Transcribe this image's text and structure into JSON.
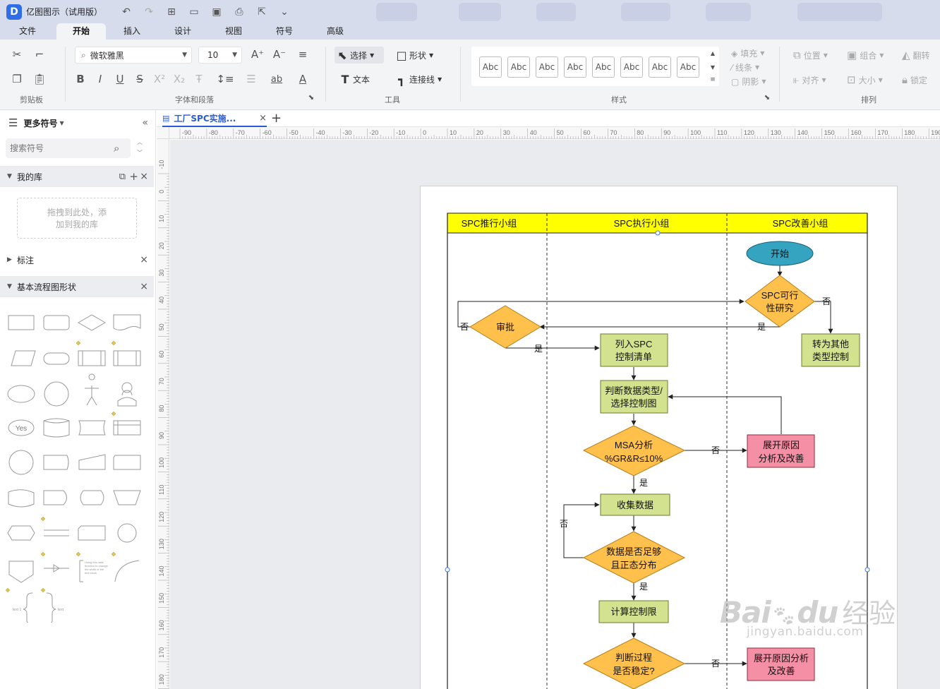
{
  "app": {
    "logo_glyph": "D",
    "title": "亿图图示（试用版）"
  },
  "quick_access_icons": [
    "undo-icon",
    "redo-icon",
    "new-icon",
    "open-icon",
    "save-icon",
    "print-icon",
    "export-icon",
    "more-icon"
  ],
  "menu": {
    "tabs": [
      {
        "label": "文件",
        "active": false
      },
      {
        "label": "开始",
        "active": true
      },
      {
        "label": "插入",
        "active": false
      },
      {
        "label": "设计",
        "active": false
      },
      {
        "label": "视图",
        "active": false
      },
      {
        "label": "符号",
        "active": false
      },
      {
        "label": "高级",
        "active": false
      }
    ]
  },
  "ribbon": {
    "groups": {
      "clipboard": "剪贴板",
      "font_paragraph": "字体和段落",
      "tools": "工具",
      "styles": "样式",
      "arrange": "排列"
    },
    "font_name": "微软雅黑",
    "font_size": "10",
    "select_label": "选择",
    "shape_label": "形状",
    "text_label": "文本",
    "connector_label": "连接线",
    "style_swatch_label": "Abc",
    "fill_label": "填充",
    "line_label": "线条",
    "shadow_label": "阴影",
    "position_label": "位置",
    "group_label": "组合",
    "flip_label": "翻转",
    "align_label": "对齐",
    "size_label": "大小",
    "lock_label": "锁定"
  },
  "sidebar": {
    "title": "更多符号",
    "search_placeholder": "搜索符号",
    "my_library": "我的库",
    "drop_hint_line1": "拖拽到此处，添",
    "drop_hint_line2": "加到我的库",
    "section_annotation": "标注",
    "section_basic_flowchart": "基本流程图形状",
    "shape_yes_label": "Yes",
    "shape_text_note": "Using this data function to change the width of the text block.",
    "shape_brace_left": "text 1",
    "shape_brace_right": "text"
  },
  "document": {
    "tab_title": "工厂SPC实施...",
    "new_tab_glyph": "+"
  },
  "ruler": {
    "h_labels": [
      "-90",
      "-80",
      "-70",
      "-60",
      "-50",
      "-40",
      "-30",
      "-20",
      "-10",
      "0",
      "10",
      "20",
      "30",
      "40",
      "50",
      "60",
      "70",
      "80",
      "90",
      "100",
      "110",
      "120",
      "130",
      "140",
      "150",
      "160",
      "170",
      "180",
      "190"
    ],
    "v_labels": [
      "-10",
      "0",
      "10",
      "20",
      "30",
      "40",
      "50",
      "60",
      "70",
      "80",
      "90",
      "100",
      "110",
      "120",
      "130",
      "140",
      "150",
      "160",
      "170",
      "180"
    ]
  },
  "diagram": {
    "lanes": [
      "SPC推行小组",
      "SPC执行小组",
      "SPC改善小组"
    ],
    "colors": {
      "header": "#ffff00",
      "decision": "#ffc04c",
      "process": "#d2e28f",
      "start": "#35a4c0",
      "problem": "#f58fa5"
    },
    "nodes": {
      "start": "开始",
      "feasibility_1": "SPC可行",
      "feasibility_2": "性研究",
      "approve": "审批",
      "other_ctrl_1": "转为其他",
      "other_ctrl_2": "类型控制",
      "list_spc_1": "列入SPC",
      "list_spc_2": "控制清单",
      "judge_type_1": "判断数据类型/",
      "judge_type_2": "选择控制图",
      "msa_1": "MSA分析",
      "msa_2": "%GR&R≤10%",
      "cause_1": "展开原因",
      "cause_2": "分析及改善",
      "collect": "收集数据",
      "enough_1": "数据是否足够",
      "enough_2": "且正态分布",
      "calc_limits": "计算控制限",
      "stable_1": "判断过程",
      "stable_2": "是否稳定?",
      "cause2_1": "展开原因分析",
      "cause2_2": "及改善"
    },
    "labels": {
      "yes": "是",
      "no": "否"
    }
  },
  "watermark": {
    "brand": "Bai",
    "brand2": "du",
    "cn": "经验",
    "url": "jingyan.baidu.com"
  }
}
